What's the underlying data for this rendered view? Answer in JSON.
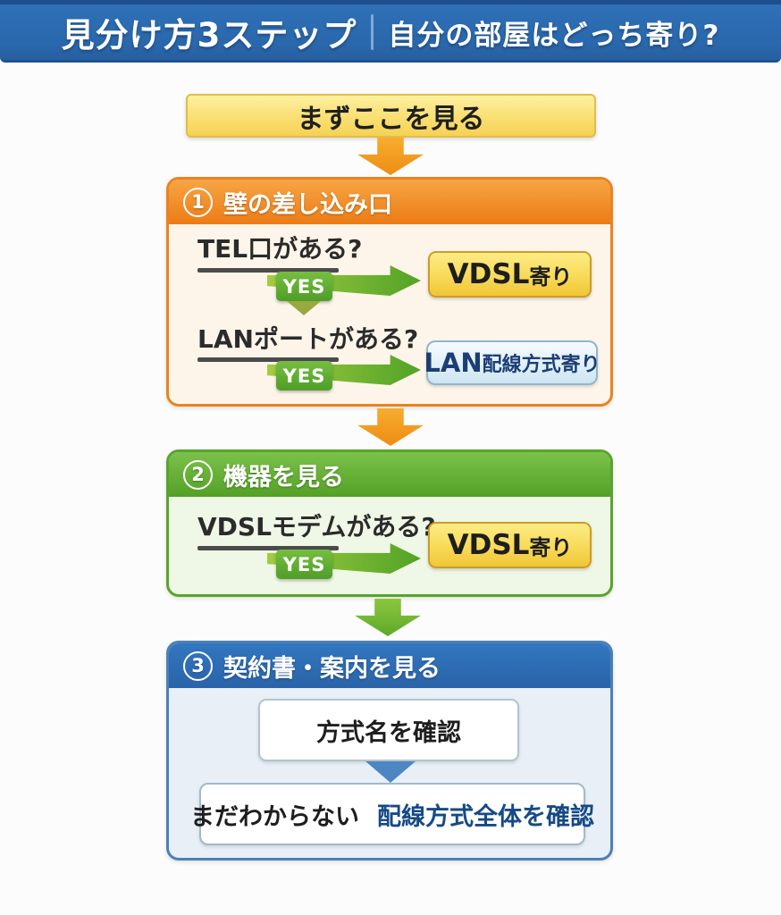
{
  "header": {
    "title_main": "見分け方3ステップ",
    "title_sub": "自分の部屋はどっち寄り?"
  },
  "intro": {
    "label": "まずここを見る"
  },
  "step1": {
    "number": "1",
    "title": "壁の差し込み口",
    "rows": [
      {
        "question": "TEL口がある?",
        "answer": "YES",
        "result_main": "VDSL",
        "result_sub": "寄り"
      },
      {
        "question": "LANポートがある?",
        "answer": "YES",
        "result_main": "LAN",
        "result_sub": "配線方式寄り"
      }
    ]
  },
  "step2": {
    "number": "2",
    "title": "機器を見る",
    "rows": [
      {
        "question": "VDSLモデムがある?",
        "answer": "YES",
        "result_main": "VDSL",
        "result_sub": "寄り"
      }
    ]
  },
  "step3": {
    "number": "3",
    "title": "契約書・案内を見る",
    "check_label": "方式名を確認",
    "fallback_label": "まだわからない",
    "fallback_action": "配線方式全体を確認"
  },
  "colors": {
    "banner_bg": "#2a68ad",
    "step1_accent": "#ec7c15",
    "step2_accent": "#54a126",
    "step3_accent": "#2a63a8",
    "yes_green": "#52a326",
    "result_yellow": "#f1c637",
    "result_blue_border": "#8fb6ce",
    "result_blue_text": "#1c3e75",
    "intro_yellow": "#f5d254",
    "underline_gray": "#4b4b4b"
  }
}
